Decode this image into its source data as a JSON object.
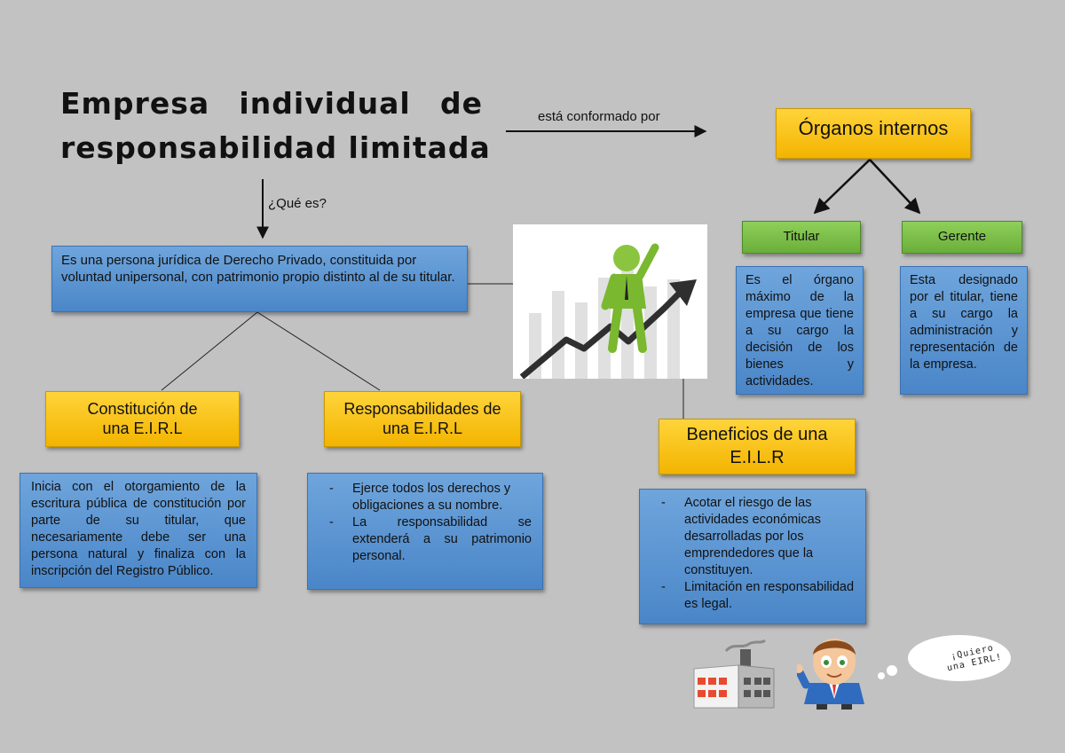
{
  "title": {
    "line1": [
      "Empresa",
      "individual",
      "de"
    ],
    "line2": "responsabilidad limitada"
  },
  "edges": {
    "conformado": "está conformado por",
    "que_es": "¿Qué es?"
  },
  "organos": {
    "title": "Órganos internos",
    "titular": {
      "label": "Titular",
      "desc": "Es el órgano máximo de la empresa que tiene a su cargo la decisión de los bienes y actividades."
    },
    "gerente": {
      "label": "Gerente",
      "desc": "Esta designado por el titular, tiene a su cargo la administración y representación de la empresa."
    }
  },
  "definition": "Es una persona jurídica de Derecho Privado, constituida por voluntad unipersonal, con patrimonio propio distinto al de su titular.",
  "constitucion": {
    "title": "Constitución de una E.I.R.L",
    "desc": "Inicia con el otorgamiento de la escritura pública de constitución por parte de su titular, que necesariamente debe ser una persona natural y finaliza con la inscripción del Registro Público."
  },
  "responsabilidades": {
    "title": "Responsabilidades de una E.I.R.L",
    "items": [
      "Ejerce todos los derechos y obligaciones a su nombre.",
      "La responsabilidad se extenderá a su patrimonio personal."
    ]
  },
  "beneficios": {
    "title": "Beneficios de una E.I.L.R",
    "items": [
      "Acotar el riesgo de las actividades económicas desarrolladas por los emprendedores que la constituyen.",
      "Limitación en responsabilidad es legal."
    ]
  },
  "bubble": {
    "line1": "¡Quiero",
    "line2": "una EIRL!"
  },
  "colors": {
    "blue": "#5b95d4",
    "yellow": "#fcc419",
    "green": "#7ec04a",
    "bg": "#c2c2c2"
  }
}
